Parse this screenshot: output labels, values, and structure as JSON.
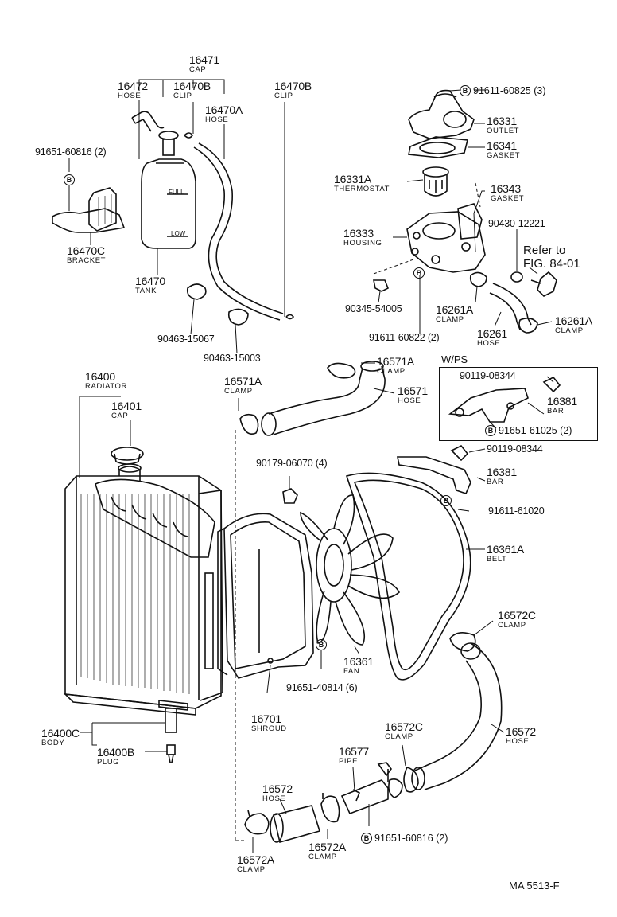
{
  "labels": {
    "p16471": {
      "num": "16471",
      "name": "CAP"
    },
    "p16472": {
      "num": "16472",
      "name": "HOSE"
    },
    "p16470B_1": {
      "num": "16470B",
      "name": "CLIP"
    },
    "p16470B_2": {
      "num": "16470B",
      "name": "CLIP"
    },
    "p16470A": {
      "num": "16470A",
      "name": "HOSE"
    },
    "p91651_60816_top": {
      "num": "91651-60816 (2)"
    },
    "p16470C": {
      "num": "16470C",
      "name": "BRACKET"
    },
    "p16470": {
      "num": "16470",
      "name": "TANK"
    },
    "p90463_15067": {
      "num": "90463-15067"
    },
    "p90463_15003": {
      "num": "90463-15003"
    },
    "p91611_60825": {
      "num": "91611-60825 (3)"
    },
    "p16331": {
      "num": "16331",
      "name": "OUTLET"
    },
    "p16341": {
      "num": "16341",
      "name": "GASKET"
    },
    "p16331A": {
      "num": "16331A",
      "name": "THERMOSTAT"
    },
    "p16343": {
      "num": "16343",
      "name": "GASKET"
    },
    "p90430_12221": {
      "num": "90430-12221"
    },
    "p16333": {
      "num": "16333",
      "name": "HOUSING"
    },
    "p90345_54005": {
      "num": "90345-54005"
    },
    "p16261A_1": {
      "num": "16261A",
      "name": "CLAMP"
    },
    "p91611_60822": {
      "num": "91611-60822 (2)"
    },
    "p16261": {
      "num": "16261",
      "name": "HOSE"
    },
    "p16261A_2": {
      "num": "16261A",
      "name": "CLAMP"
    },
    "p16571A_top": {
      "num": "16571A",
      "name": "CLAMP"
    },
    "p16571": {
      "num": "16571",
      "name": "HOSE"
    },
    "p16571A_left": {
      "num": "16571A",
      "name": "CLAMP"
    },
    "p16400": {
      "num": "16400",
      "name": "RADIATOR"
    },
    "p16401": {
      "num": "16401",
      "name": "CAP"
    },
    "p90119_08344_wps": {
      "num": "90119-08344"
    },
    "p16381_wps": {
      "num": "16381",
      "name": "BAR"
    },
    "p91651_61025": {
      "num": "91651-61025 (2)"
    },
    "p90179_06070": {
      "num": "90179-06070 (4)"
    },
    "p90119_08344": {
      "num": "90119-08344"
    },
    "p16381": {
      "num": "16381",
      "name": "BAR"
    },
    "p91611_61020": {
      "num": "91611-61020"
    },
    "p16361A": {
      "num": "16361A",
      "name": "BELT"
    },
    "p16572C_top": {
      "num": "16572C",
      "name": "CLAMP"
    },
    "p16361": {
      "num": "16361",
      "name": "FAN"
    },
    "p91651_40814": {
      "num": "91651-40814 (6)"
    },
    "p16701": {
      "num": "16701",
      "name": "SHROUD"
    },
    "p16400C": {
      "num": "16400C",
      "name": "BODY"
    },
    "p16400B": {
      "num": "16400B",
      "name": "PLUG"
    },
    "p16572C_mid": {
      "num": "16572C",
      "name": "CLAMP"
    },
    "p16572_right": {
      "num": "16572",
      "name": "HOSE"
    },
    "p16577": {
      "num": "16577",
      "name": "PIPE"
    },
    "p16572_left": {
      "num": "16572",
      "name": "HOSE"
    },
    "p91651_60816_bottom": {
      "num": "91651-60816 (2)"
    },
    "p16572A_1": {
      "num": "16572A",
      "name": "CLAMP"
    },
    "p16572A_2": {
      "num": "16572A",
      "name": "CLAMP"
    }
  },
  "tank_marks": {
    "full": "FULL",
    "low": "LOW"
  },
  "bolt_marker": "B",
  "refer": {
    "line1": "Refer to",
    "line2": "FIG. 84-01"
  },
  "wps_box": {
    "title": "W/PS"
  },
  "drawing_code": "MA  5513-F"
}
